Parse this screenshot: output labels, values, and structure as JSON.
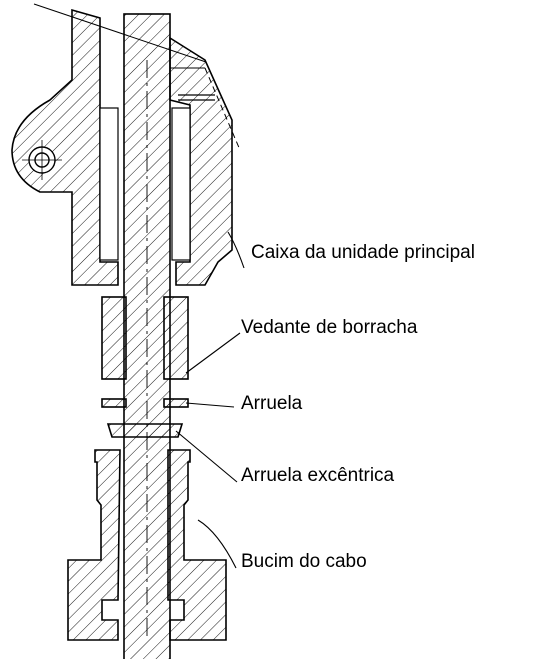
{
  "diagram": {
    "labels": {
      "housing": "Caixa da unidade principal",
      "rubber_seal": "Vedante de borracha",
      "washer": "Arruela",
      "eccentric_washer": "Arruela excêntrica",
      "cable_gland": "Bucim do cabo"
    },
    "colors": {
      "line": "#000000",
      "background": "#ffffff"
    }
  }
}
